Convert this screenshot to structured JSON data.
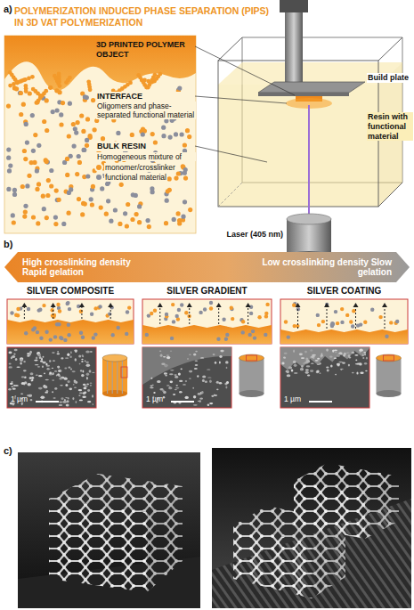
{
  "diagram": {
    "title": "POLYMERIZATION INDUCED PHASE SEPARATION (PIPS) IN 3D VAT POLYMERIZATION",
    "nodes": [
      {
        "text": [
          "High crosslinking density Rapid gelation",
          "Low crosslinking density Slow gelation"
        ]
      }
    ],
    "labels": [
      "a)",
      "3D PRINTED POLYMER OBJECT",
      "INTERFACE",
      "Oligomers and phase-separated functional material",
      "BULK RESIN",
      "Homogeneous mixture of",
      "Build plate",
      "Resin with functional material",
      "Laser (405 nm)",
      "b)",
      "SILVER COMPOSITE",
      "SILVER GRADIENT",
      "SILVER COATING",
      "1 µm",
      "1 µm",
      "1 µm",
      "c)"
    ],
    "legend": [
      {
        "text": "monomer/crosslinker",
        "color": "#f39a2b"
      },
      {
        "text": "functional material",
        "color": "#8b8e9c"
      }
    ]
  }
}
